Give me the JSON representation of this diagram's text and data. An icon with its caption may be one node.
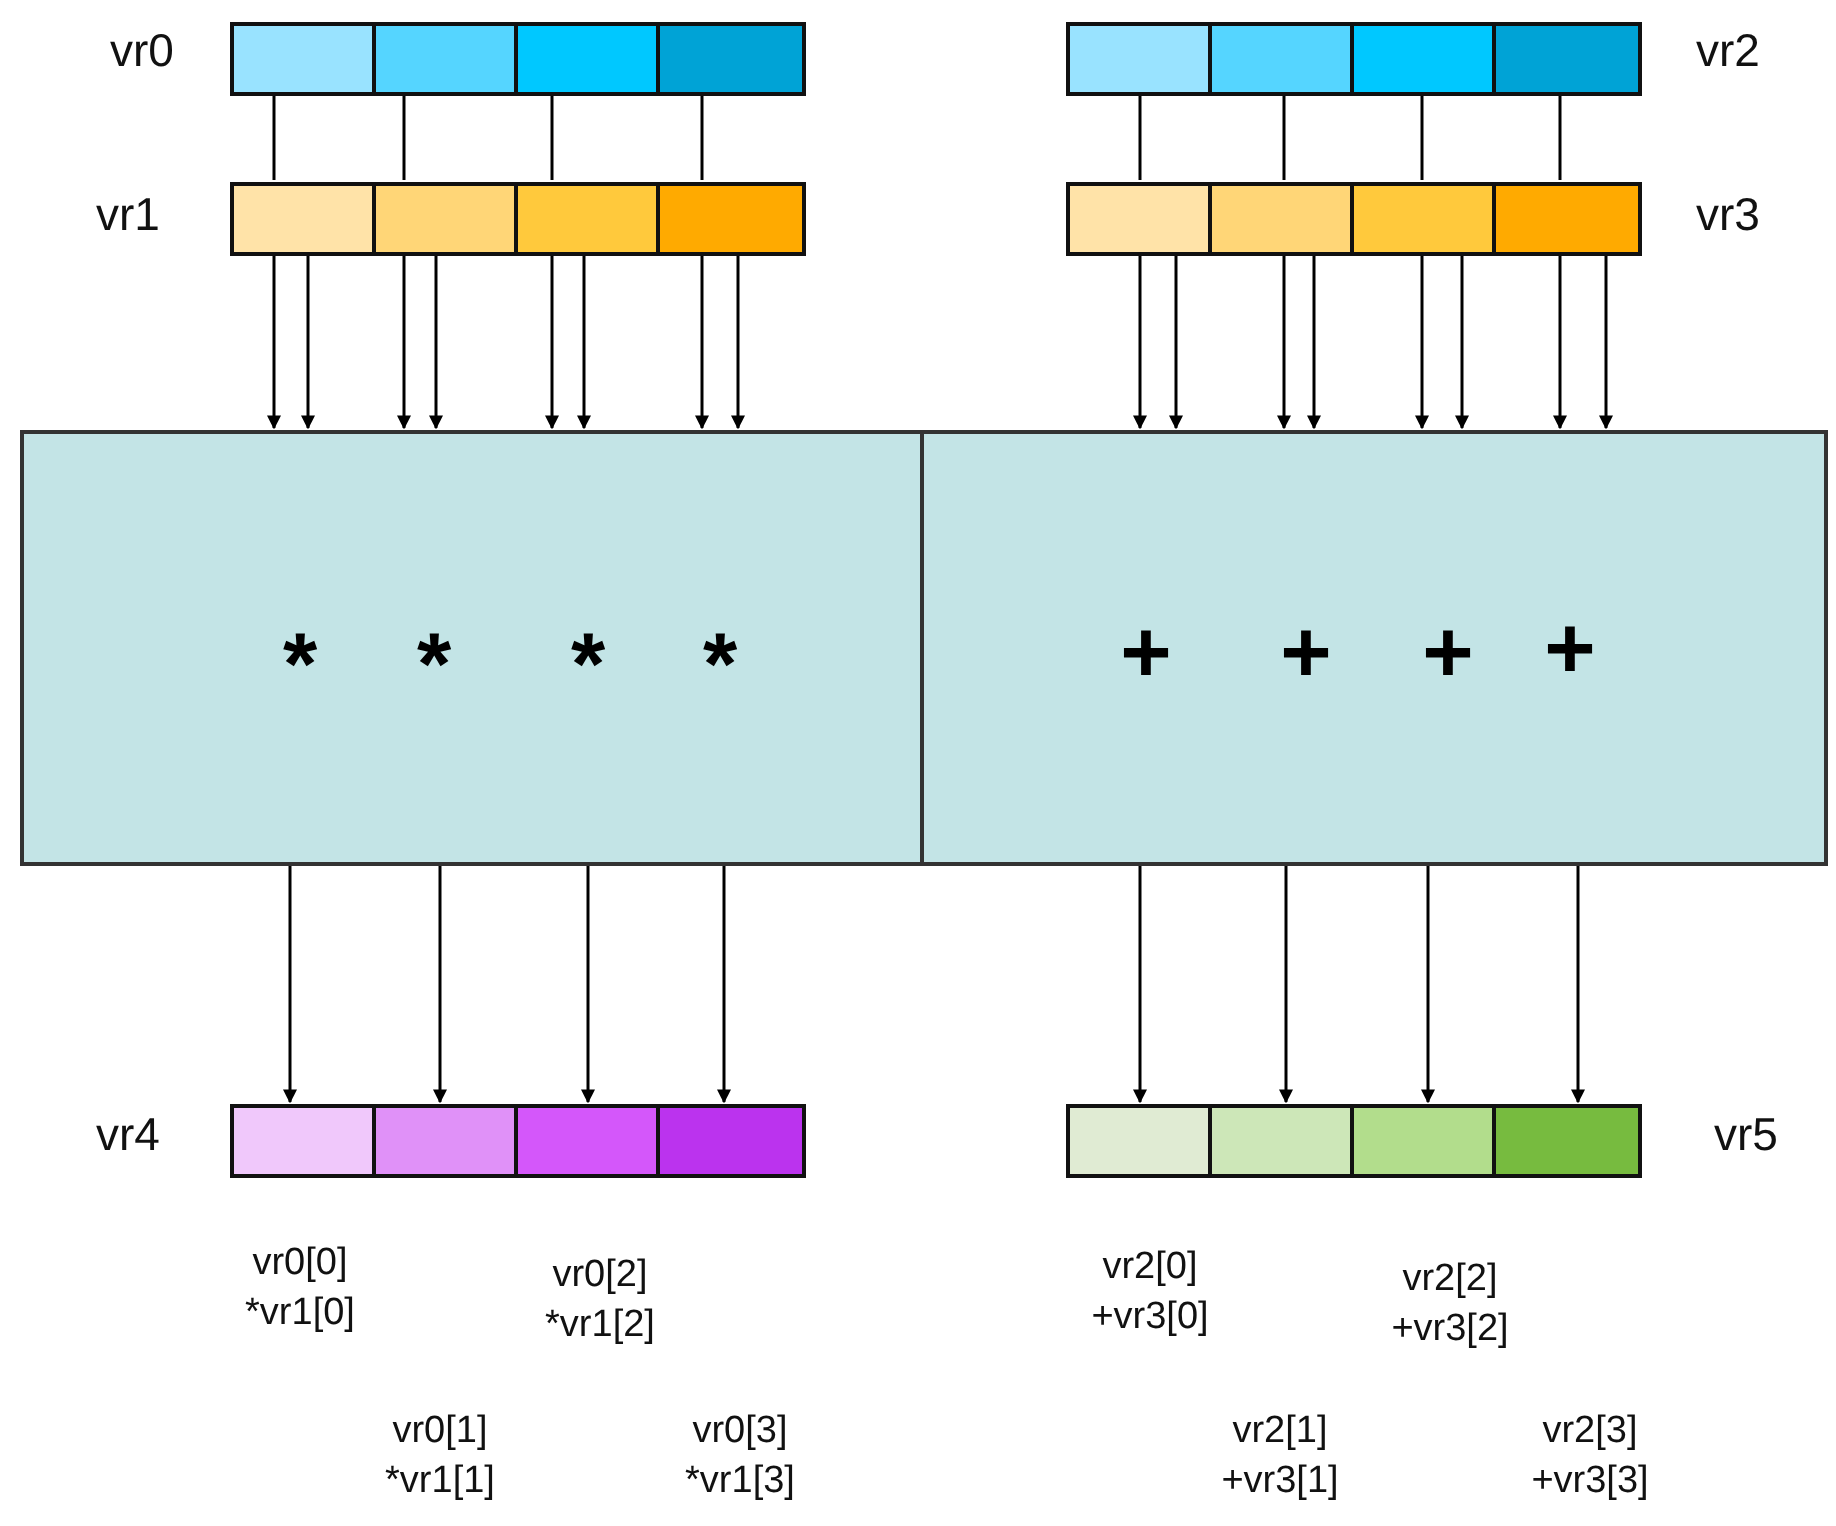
{
  "diagram": {
    "nodes": [
      {
        "text": [
          "vr0"
        ]
      },
      {
        "text": [],
        "shape": "box",
        "in": 0
      },
      {
        "text": [],
        "shape": "box",
        "in": 0
      },
      {
        "text": [],
        "shape": "box",
        "in": 0
      },
      {
        "text": [],
        "shape": "box",
        "in": 0
      },
      {
        "text": [
          "vr2"
        ]
      },
      {
        "text": [],
        "shape": "box",
        "in": 5
      },
      {
        "text": [],
        "shape": "box",
        "in": 5
      },
      {
        "text": [],
        "shape": "box",
        "in": 5
      },
      {
        "text": [],
        "shape": "box",
        "in": 5
      },
      {
        "text": [
          "vr1"
        ]
      },
      {
        "text": [],
        "shape": "box",
        "in": 10
      },
      {
        "text": [],
        "shape": "box",
        "in": 10
      },
      {
        "text": [],
        "shape": "box",
        "in": 10
      },
      {
        "text": [],
        "shape": "box",
        "in": 10
      },
      {
        "text": [
          "vr3"
        ]
      },
      {
        "text": [],
        "shape": "box",
        "in": 15
      },
      {
        "text": [],
        "shape": "box",
        "in": 15
      },
      {
        "text": [],
        "shape": "box",
        "in": 15
      },
      {
        "text": [],
        "shape": "box",
        "in": 15
      },
      {
        "text": [
          "*",
          "*",
          "*",
          "*"
        ]
      },
      {
        "text": [
          "+",
          "+",
          "+",
          "+"
        ]
      },
      {
        "text": [
          "vr4"
        ]
      },
      {
        "text": [],
        "shape": "box",
        "in": 22
      },
      {
        "text": [],
        "shape": "box",
        "in": 22
      },
      {
        "text": [],
        "shape": "box",
        "in": 22
      },
      {
        "text": [],
        "shape": "box",
        "in": 22
      },
      {
        "text": [
          "vr5"
        ]
      },
      {
        "text": [],
        "shape": "box",
        "in": 27
      },
      {
        "text": [],
        "shape": "box",
        "in": 27
      },
      {
        "text": [],
        "shape": "box",
        "in": 27
      },
      {
        "text": [],
        "shape": "box",
        "in": 27
      }
    ],
    "edges": [
      {
        "from": 1,
        "to": 11,
        "arrow": "none"
      },
      {
        "from": 2,
        "to": 12,
        "arrow": "none"
      },
      {
        "from": 3,
        "to": 13,
        "arrow": "none"
      },
      {
        "from": 4,
        "to": 14,
        "arrow": "none"
      },
      {
        "from": 6,
        "to": 16,
        "arrow": "none"
      },
      {
        "from": 7,
        "to": 17,
        "arrow": "none"
      },
      {
        "from": 8,
        "to": 18,
        "arrow": "none"
      },
      {
        "from": 9,
        "to": 19,
        "arrow": "none"
      },
      {
        "from": 11,
        "to": 20,
        "arrow": "to"
      },
      {
        "from": 11,
        "to": 20,
        "arrow": "to"
      },
      {
        "from": 12,
        "to": 20,
        "arrow": "to"
      },
      {
        "from": 12,
        "to": 20,
        "arrow": "to"
      },
      {
        "from": 13,
        "to": 20,
        "arrow": "to"
      },
      {
        "from": 13,
        "to": 20,
        "arrow": "to"
      },
      {
        "from": 14,
        "to": 20,
        "arrow": "to"
      },
      {
        "from": 14,
        "to": 20,
        "arrow": "to"
      },
      {
        "from": 16,
        "to": 21,
        "arrow": "to"
      },
      {
        "from": 16,
        "to": 21,
        "arrow": "to"
      },
      {
        "from": 17,
        "to": 21,
        "arrow": "to"
      },
      {
        "from": 17,
        "to": 21,
        "arrow": "to"
      },
      {
        "from": 18,
        "to": 21,
        "arrow": "to"
      },
      {
        "from": 18,
        "to": 21,
        "arrow": "to"
      },
      {
        "from": 19,
        "to": 21,
        "arrow": "to"
      },
      {
        "from": 19,
        "to": 21,
        "arrow": "to"
      },
      {
        "from": 20,
        "to": 23,
        "arrow": "to"
      },
      {
        "from": 20,
        "to": 24,
        "arrow": "to"
      },
      {
        "from": 20,
        "to": 25,
        "arrow": "to"
      },
      {
        "from": 20,
        "to": 26,
        "arrow": "to"
      },
      {
        "from": 21,
        "to": 28,
        "arrow": "to"
      },
      {
        "from": 21,
        "to": 29,
        "arrow": "to"
      },
      {
        "from": 21,
        "to": 30,
        "arrow": "to"
      },
      {
        "from": 21,
        "to": 31,
        "arrow": "to"
      }
    ],
    "labels": [
      "vr0[0] *vr1[0]",
      "vr0[2] *vr1[2]",
      "vr2[0] +vr3[0]",
      "vr2[2] +vr3[2]",
      "vr0[1] *vr1[1]",
      "vr0[3] *vr1[3]",
      "vr2[1] +vr3[1]",
      "vr2[3] +vr3[3]"
    ]
  }
}
